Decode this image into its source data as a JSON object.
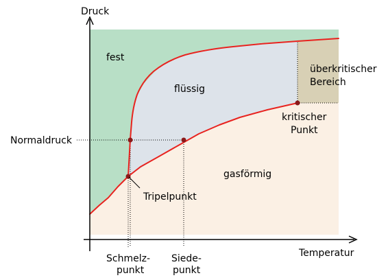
{
  "axes": {
    "y_label": "Druck",
    "x_label": "Temperatur"
  },
  "regions": {
    "solid": "fest",
    "liquid": "flüssig",
    "gas": "gasförmig",
    "supercritical_line1": "überkritischer",
    "supercritical_line2": "Bereich"
  },
  "points": {
    "critical_line1": "kritischer",
    "critical_line2": "Punkt",
    "triple": "Tripelpunkt"
  },
  "reference": {
    "normal_pressure": "Normaldruck",
    "melting_line1": "Schmelz-",
    "melting_line2": "punkt",
    "boiling_line1": "Siede-",
    "boiling_line2": "punkt"
  },
  "colors": {
    "solid": "#b8dfc6",
    "liquid": "#dde3ea",
    "gas": "#fbf0e4",
    "supercritical": "#d8d0b5",
    "phase_line": "#e8231f",
    "point": "#8b1a1a",
    "axis": "#000000"
  }
}
